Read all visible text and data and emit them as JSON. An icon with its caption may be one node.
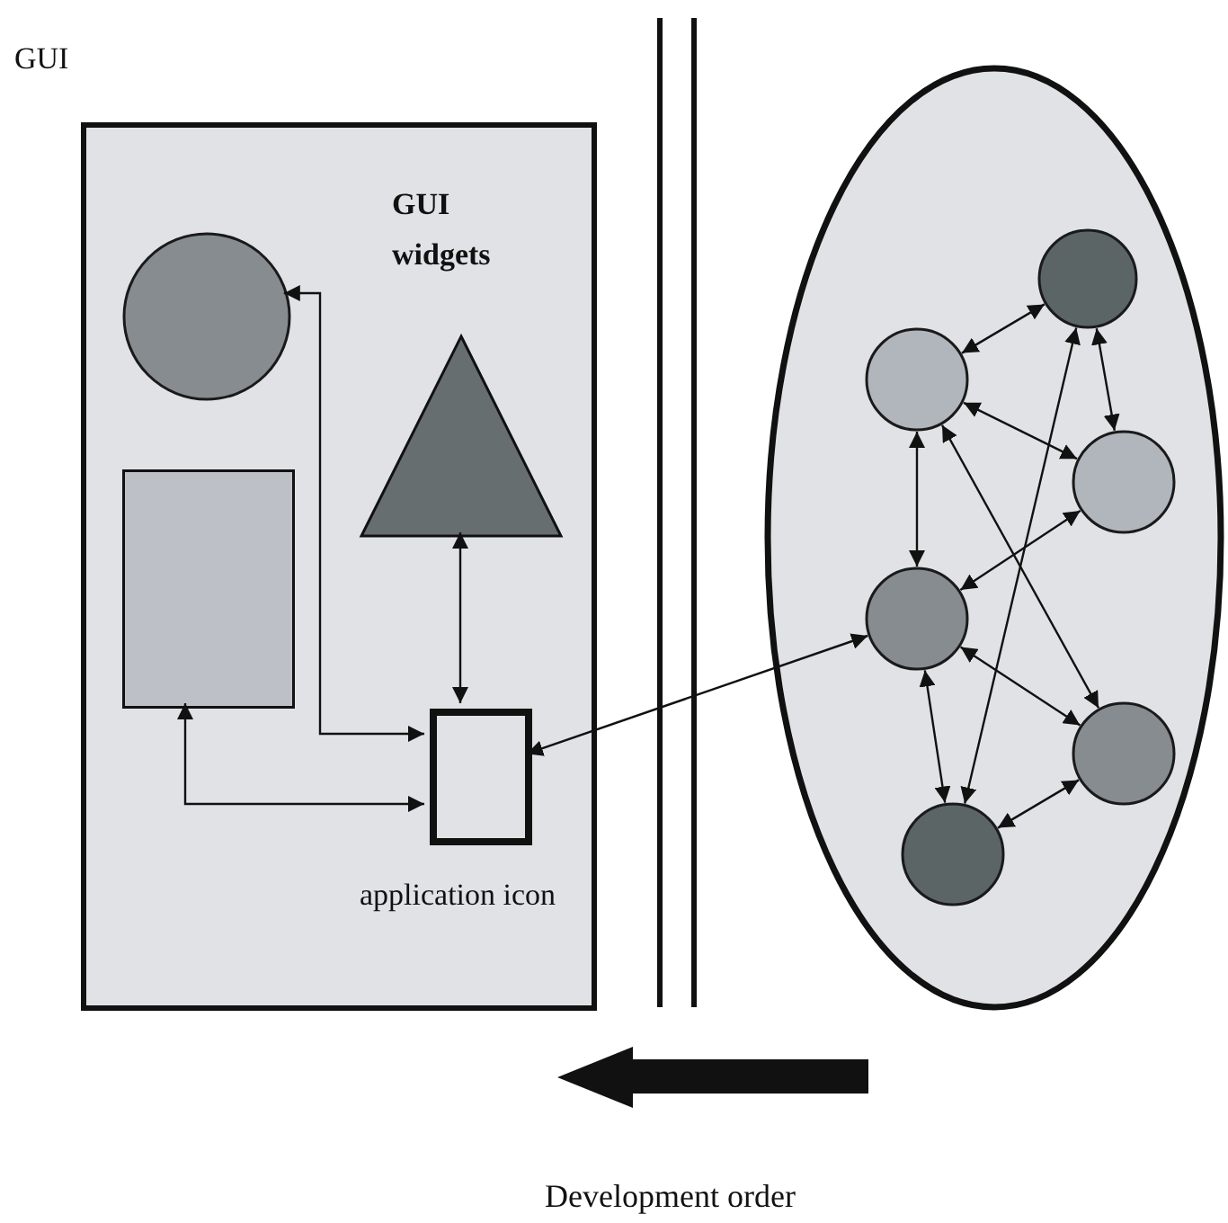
{
  "diagram": {
    "nodes": [
      {
        "text": [
          "GUI"
        ]
      },
      {
        "text": [],
        "shape": "circle",
        "in": 0
      },
      {
        "text": [],
        "shape": "box",
        "in": 0
      },
      {
        "text": [],
        "shape": "triangle",
        "in": 0
      },
      {
        "text": [],
        "shape": "box",
        "in": 0,
        "beside": [
          "application icon"
        ]
      },
      {
        "text": [],
        "shape": "ellipse"
      },
      {
        "text": [],
        "shape": "circle",
        "in": 5
      },
      {
        "text": [],
        "shape": "circle",
        "in": 5
      },
      {
        "text": [],
        "shape": "circle",
        "in": 5
      },
      {
        "text": [],
        "shape": "circle",
        "in": 5
      },
      {
        "text": [],
        "shape": "circle",
        "in": 5
      },
      {
        "text": [],
        "shape": "circle",
        "in": 5
      }
    ],
    "edges": [
      {
        "from": 7,
        "to": 6,
        "arrow": "both"
      },
      {
        "from": 6,
        "to": 8,
        "arrow": "both"
      },
      {
        "from": 7,
        "to": 8,
        "arrow": "both"
      },
      {
        "from": 7,
        "to": 9,
        "arrow": "both"
      },
      {
        "from": 7,
        "to": 10,
        "arrow": "both"
      },
      {
        "from": 8,
        "to": 9,
        "arrow": "both"
      },
      {
        "from": 9,
        "to": 10,
        "arrow": "both"
      },
      {
        "from": 9,
        "to": 11,
        "arrow": "both"
      },
      {
        "from": 10,
        "to": 11,
        "arrow": "both"
      },
      {
        "from": 6,
        "to": 11,
        "arrow": "both"
      },
      {
        "from": 4,
        "to": 9,
        "arrow": "both"
      },
      {
        "from": 4,
        "to": 1,
        "arrow": "both"
      },
      {
        "from": 4,
        "to": 2,
        "arrow": "both"
      },
      {
        "from": 4,
        "to": 3,
        "arrow": "both"
      }
    ],
    "labels": [
      "GUI widgets",
      "Development order"
    ]
  }
}
